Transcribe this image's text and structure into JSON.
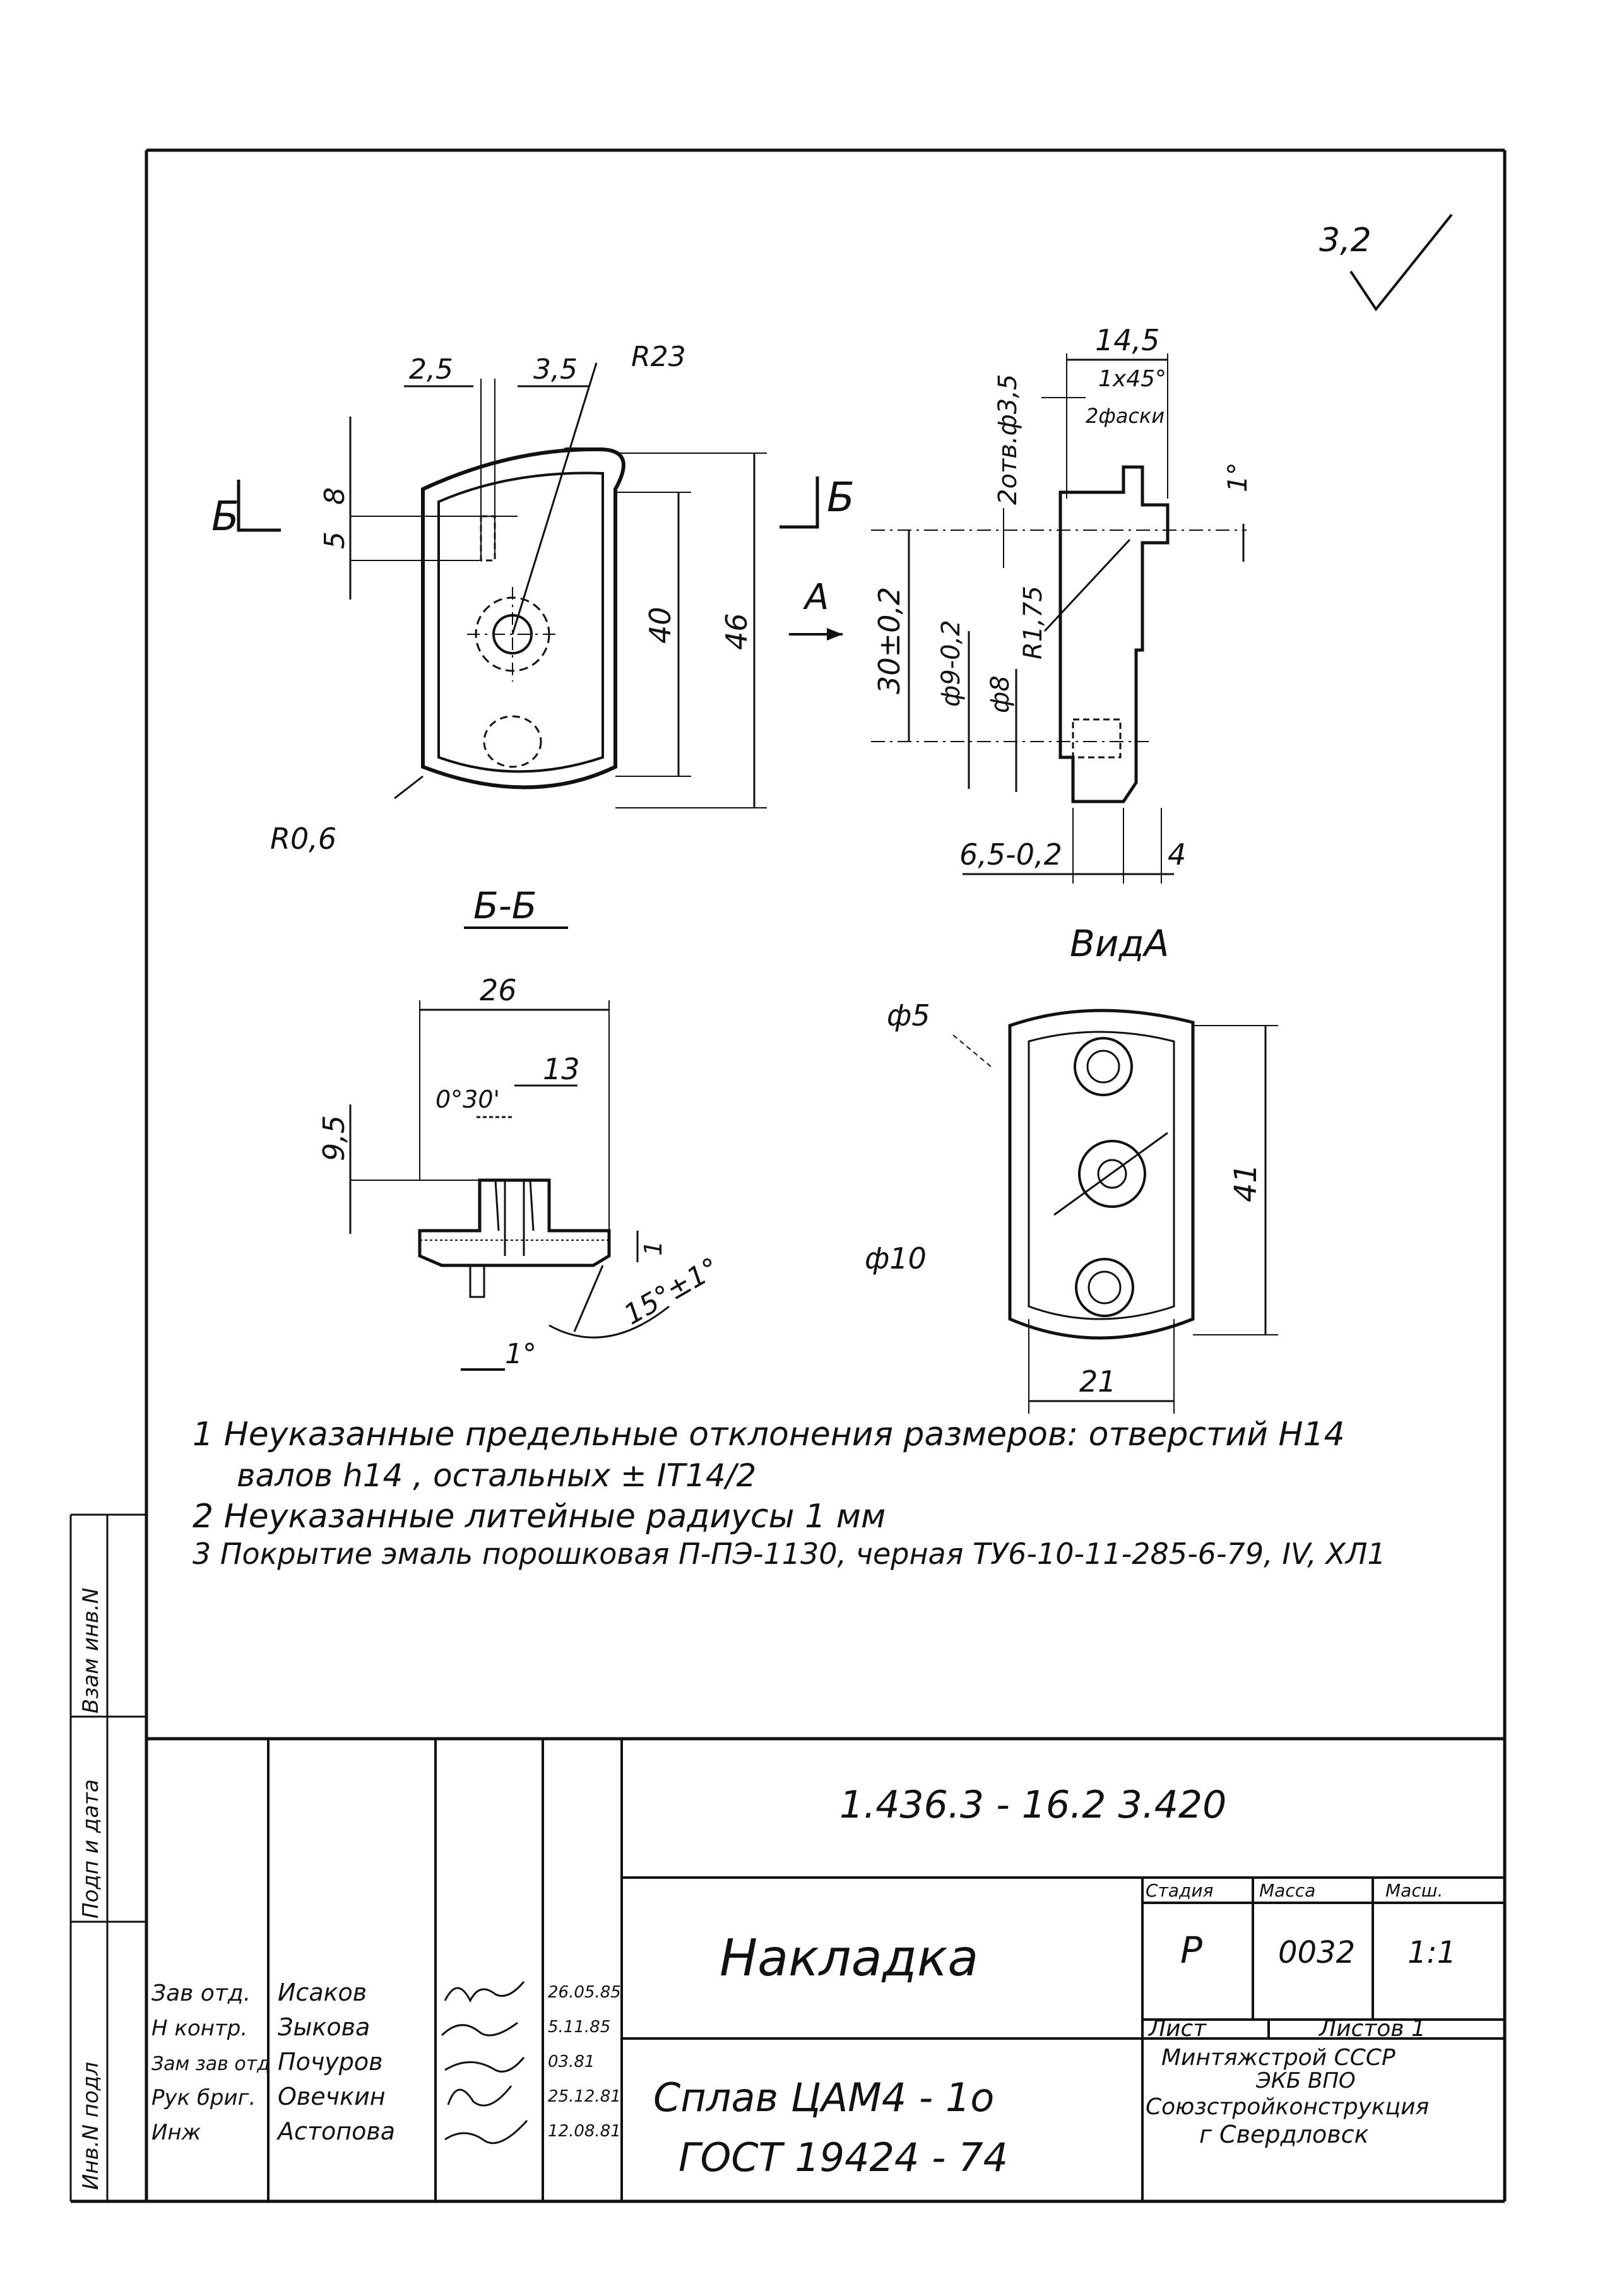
{
  "roughness": {
    "value": "3,2"
  },
  "view_top": {
    "section_mark_left": "Б",
    "section_mark_right": "Б",
    "dims": {
      "d2_5": "2,5",
      "d3_5": "3,5",
      "r23": "R23",
      "d5": "5",
      "d8": "8",
      "d40": "40",
      "d46": "46",
      "r06": "R0,6"
    },
    "arrow_label": "А"
  },
  "view_side": {
    "dims": {
      "d14_5": "14,5",
      "chamfer": "1x45°",
      "chamfer_note": "2фаски",
      "holes": "2отв.ф3,5",
      "angle1": "1°",
      "r175": "R1,75",
      "d30": "30±0,2",
      "d9": "ф9-0,2",
      "d8": "ф8",
      "d6_5": "6,5-0,2",
      "d4": "4"
    }
  },
  "section_bb": {
    "title": "Б-Б",
    "dims": {
      "d26": "26",
      "angle": "0°30'",
      "d13": "13",
      "d9_5": "9,5",
      "d1": "1",
      "angle15": "15°±1°",
      "angle1": "1°"
    }
  },
  "view_a": {
    "title": "ВидА",
    "dims": {
      "d5": "ф5",
      "d10": "ф10",
      "d41": "41",
      "d21": "21"
    }
  },
  "notes": [
    "1 Неуказанные  предельные отклонения размеров: отверстий  Н14",
    "валов h14 ,  остальных  ± IT14/2",
    "2 Неуказанные  литейные  радиусы  1 мм",
    "3 Покрытие эмаль порошковая П-ПЭ-1130, черная ТУ6-10-11-285-6-79, IV, ХЛ1"
  ],
  "side_stamp": [
    "Инв.N подл",
    "Подп и дата",
    "Взам инв.N"
  ],
  "title_block": {
    "doc_number": "1.436.3 - 16.2  3.420",
    "name": "Накладка",
    "material_line1": "Сплав  ЦАМ4 - 1о",
    "material_line2": "ГОСТ  19424 - 74",
    "stage_header": "Стадия",
    "mass_header": "Масса",
    "scale_header": "Масш.",
    "stage": "Р",
    "mass": "0032",
    "scale": "1:1",
    "sheet_label": "Лист",
    "sheets_label": "Листов  1",
    "org": [
      "Минтяжстрой СССР",
      "ЭКБ  ВПО",
      "Союзстройконструкция",
      "г Свердловск"
    ],
    "roles": [
      "Зав отд.",
      "Н контр.",
      "Зам зав отд",
      "Рук бриг.",
      "Инж"
    ],
    "names": [
      "Исаков",
      "Зыкова",
      "Почуров",
      "Овечкин",
      "Астопова"
    ],
    "dates": [
      "26.05.85",
      "5.11.85",
      "03.81",
      "25.12.81",
      "12.08.81"
    ]
  }
}
